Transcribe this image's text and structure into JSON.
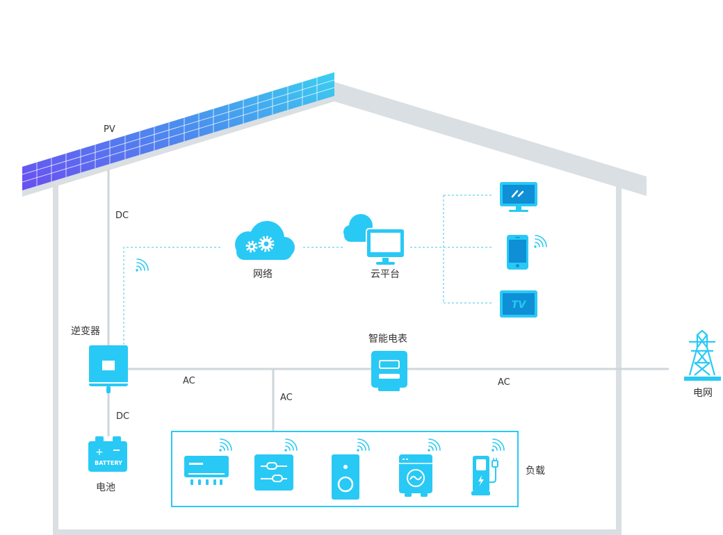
{
  "labels": {
    "pv": "PV",
    "dc_top": "DC",
    "dc_bottom": "DC",
    "inverter": "逆变器",
    "battery": "电池",
    "battery_text": "BATTERY",
    "network": "网络",
    "cloud": "云平台",
    "meter": "智能电表",
    "grid": "电网",
    "ac_left": "AC",
    "ac_mid": "AC",
    "ac_right": "AC",
    "load": "负载",
    "tv_text": "TV"
  },
  "colors": {
    "device": "#29c9f5",
    "device_dark": "#0e8fd6",
    "solar_top": "#3ad0f0",
    "solar_bottom": "#6a4ef0",
    "house": "#d9dfe2",
    "line": "#cfd6d9",
    "dashed": "#43c6e8"
  },
  "icons": [
    "solar-panel",
    "inverter-icon",
    "battery-icon",
    "cloud-gears-icon",
    "cloud-monitor-icon",
    "monitor-icon",
    "phone-icon",
    "tv-icon",
    "meter-icon",
    "tower-icon",
    "ac-unit-icon",
    "control-panel-icon",
    "speaker-icon",
    "washer-icon",
    "ev-charger-icon",
    "wifi-icon"
  ]
}
